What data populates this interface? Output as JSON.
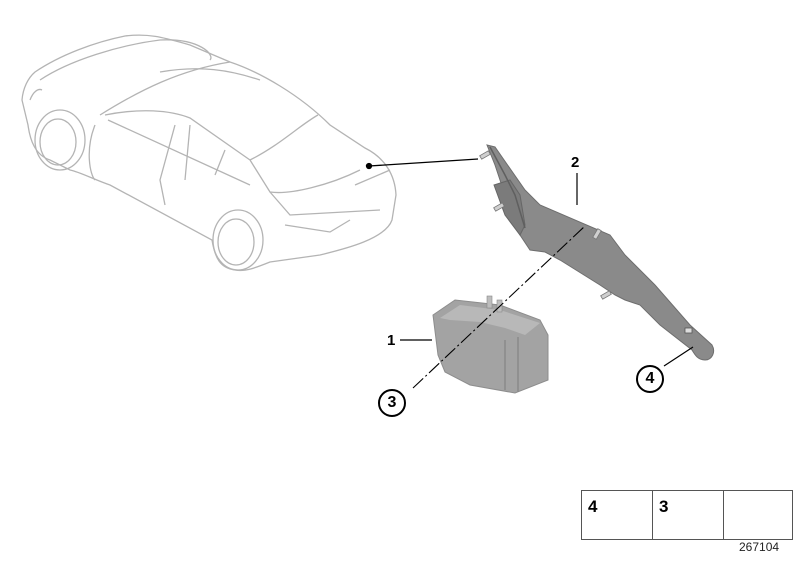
{
  "diagram": {
    "id": "267104",
    "callouts": [
      {
        "number": "1",
        "style": "plain",
        "description": "control unit box"
      },
      {
        "number": "2",
        "style": "plain",
        "description": "bracket"
      },
      {
        "number": "3",
        "style": "circled",
        "description": "nut"
      },
      {
        "number": "4",
        "style": "circled",
        "description": "screw"
      }
    ],
    "legend": [
      {
        "number": "4",
        "icon": "hex-screw-icon"
      },
      {
        "number": "3",
        "icon": "flange-nut-icon"
      },
      {
        "number": "",
        "icon": "bracket-symbol-icon"
      }
    ]
  },
  "colors": {
    "car_outline": "#b4b4b4",
    "part_fill": "#8a8a8a",
    "part_dark": "#6e6e6e",
    "box_fill": "#a3a3a3",
    "line": "#000000"
  }
}
